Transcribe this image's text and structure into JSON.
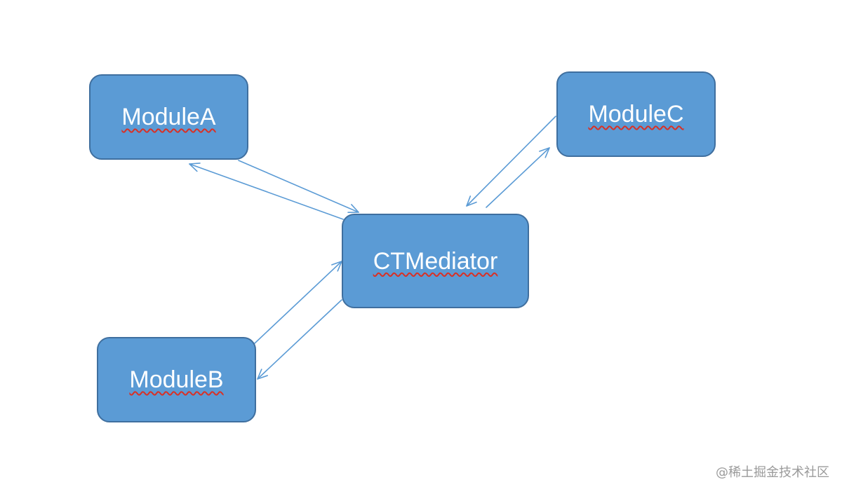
{
  "colors": {
    "node_fill": "#5b9bd5",
    "node_border": "#3f6f9f",
    "node_text": "#ffffff",
    "arrow": "#5b9bd5",
    "spellcheck_underline": "#d93025",
    "watermark": "#9a9a9a"
  },
  "nodes": {
    "module_a": "ModuleA",
    "module_b": "ModuleB",
    "module_c": "ModuleC",
    "ctmediator": "CTMediator"
  },
  "connections": [
    {
      "from": "module_a",
      "to": "ctmediator"
    },
    {
      "from": "ctmediator",
      "to": "module_a"
    },
    {
      "from": "module_b",
      "to": "ctmediator"
    },
    {
      "from": "ctmediator",
      "to": "module_b"
    },
    {
      "from": "ctmediator",
      "to": "module_c"
    },
    {
      "from": "module_c",
      "to": "ctmediator"
    }
  ],
  "watermark": "@稀土掘金技术社区"
}
